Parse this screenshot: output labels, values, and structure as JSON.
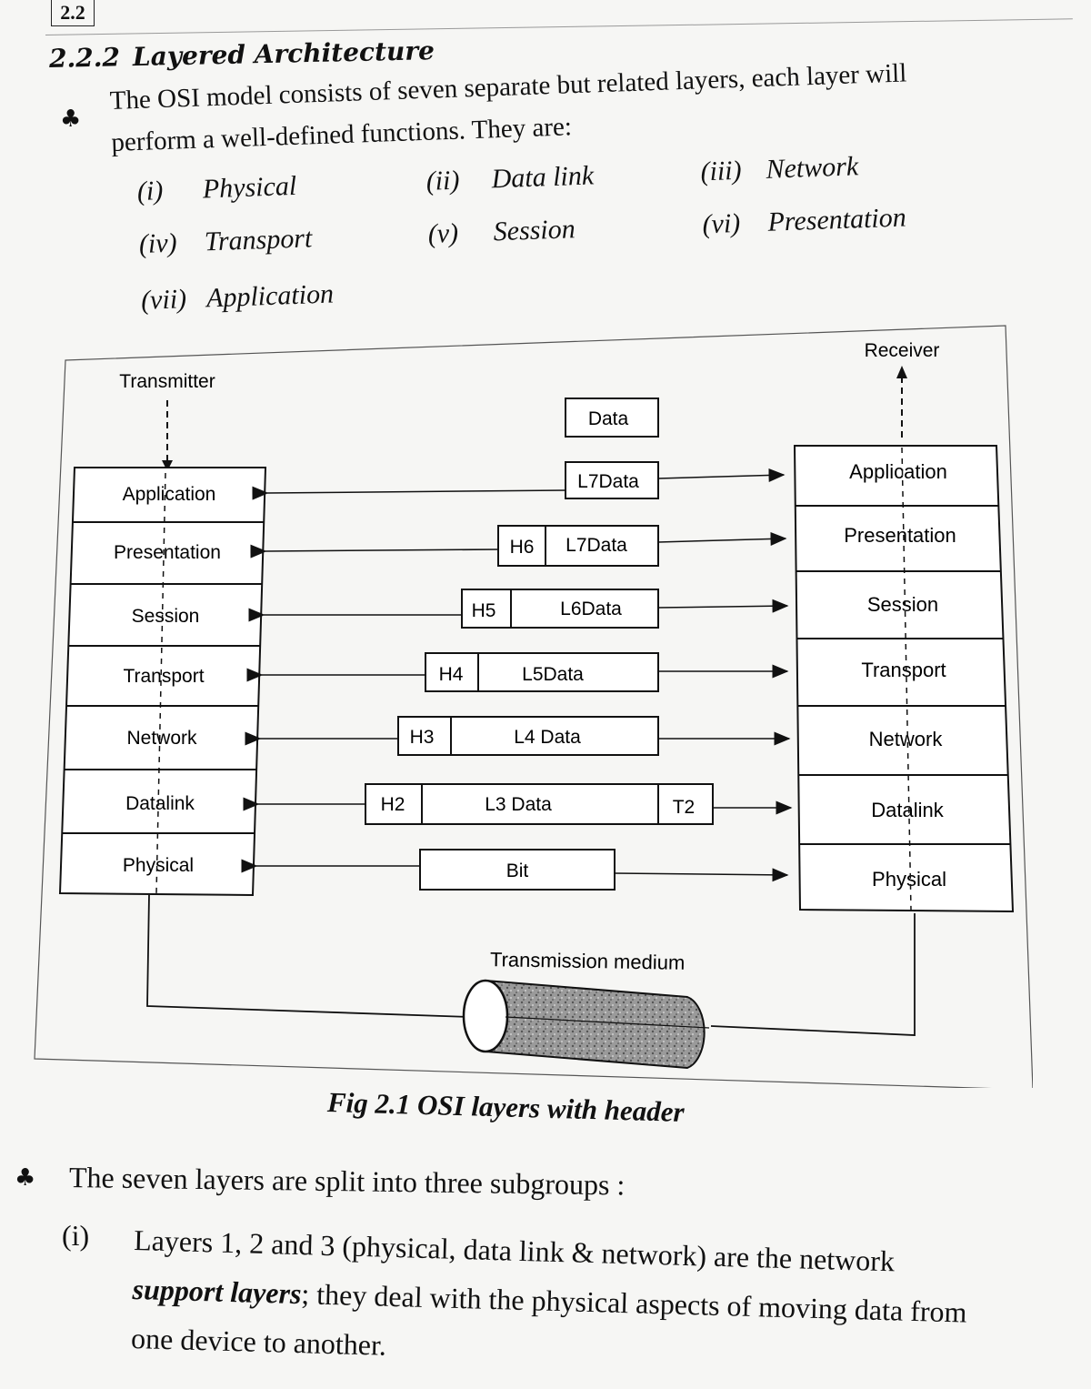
{
  "page_number": "2.2",
  "section": {
    "number": "2.2.2",
    "title": "Layered Architecture"
  },
  "intro": {
    "line1": "The OSI model consists of seven separate but related layers, each layer will",
    "line2": "perform a well-defined functions. They are:"
  },
  "layer_list": [
    {
      "num": "(i)",
      "name": "Physical"
    },
    {
      "num": "(ii)",
      "name": "Data link"
    },
    {
      "num": "(iii)",
      "name": "Network"
    },
    {
      "num": "(iv)",
      "name": "Transport"
    },
    {
      "num": "(v)",
      "name": "Session"
    },
    {
      "num": "(vi)",
      "name": "Presentation"
    },
    {
      "num": "(vii)",
      "name": "Application"
    }
  ],
  "figure": {
    "transmitter_label": "Transmitter",
    "receiver_label": "Receiver",
    "stack_layers": [
      "Application",
      "Presentation",
      "Session",
      "Transport",
      "Network",
      "Datalink",
      "Physical"
    ],
    "top_data": "Data",
    "pdus": [
      {
        "header": "",
        "body": "L7Data",
        "trailer": ""
      },
      {
        "header": "H6",
        "body": "L7Data",
        "trailer": ""
      },
      {
        "header": "H5",
        "body": "L6Data",
        "trailer": ""
      },
      {
        "header": "H4",
        "body": "L5Data",
        "trailer": ""
      },
      {
        "header": "H3",
        "body": "L4 Data",
        "trailer": ""
      },
      {
        "header": "H2",
        "body": "L3 Data",
        "trailer": "T2"
      },
      {
        "header": "",
        "body": "Bit",
        "trailer": ""
      }
    ],
    "medium_label": "Transmission medium",
    "caption": "Fig 2.1 OSI layers with header"
  },
  "subgroups": {
    "intro": "The seven layers are split into three subgroups :",
    "item_i_num": "(i)",
    "item_i_line1": "Layers 1, 2 and 3 (physical, data link & network) are the network",
    "item_i_line2_bold": "support layers",
    "item_i_line2_rest": "; they deal with the physical aspects of moving data from",
    "item_i_line3": "one device to another."
  },
  "colors": {
    "ink": "#111111",
    "paper": "#f6f6f4",
    "medium_fill": "#8a8a8a"
  }
}
